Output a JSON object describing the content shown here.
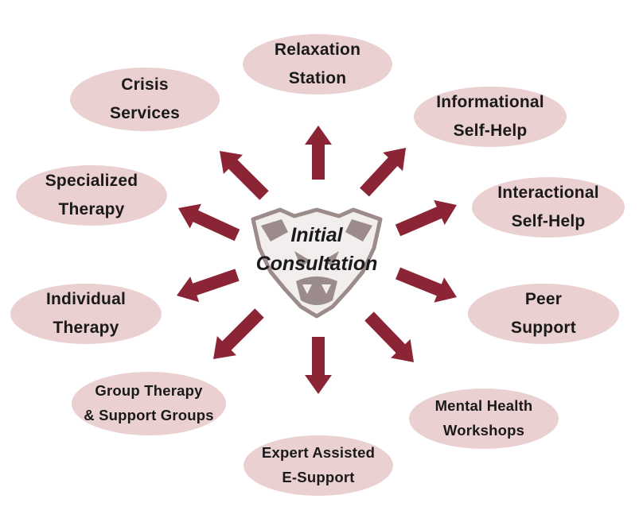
{
  "center": {
    "line1": "Initial",
    "line2": "Consultation",
    "icon": "bear-mascot-icon"
  },
  "services": {
    "relaxation": {
      "line1": "Relaxation",
      "line2": "Station"
    },
    "informational": {
      "line1": "Informational",
      "line2": "Self-Help"
    },
    "interactional": {
      "line1": "Interactional",
      "line2": "Self-Help"
    },
    "peer": {
      "line1": "Peer",
      "line2": "Support"
    },
    "workshops": {
      "line1": "Mental Health",
      "line2": "Workshops"
    },
    "expert": {
      "line1": "Expert Assisted",
      "line2": "E-Support"
    },
    "group": {
      "line1": "Group Therapy",
      "line2": "& Support Groups"
    },
    "individual": {
      "line1": "Individual",
      "line2": "Therapy"
    },
    "specialized": {
      "line1": "Specialized",
      "line2": "Therapy"
    },
    "crisis": {
      "line1": "Crisis",
      "line2": "Services"
    }
  },
  "colors": {
    "node_fill": "#ead0d0",
    "arrow": "#8b2435",
    "mascot": "#9c8b8b"
  }
}
